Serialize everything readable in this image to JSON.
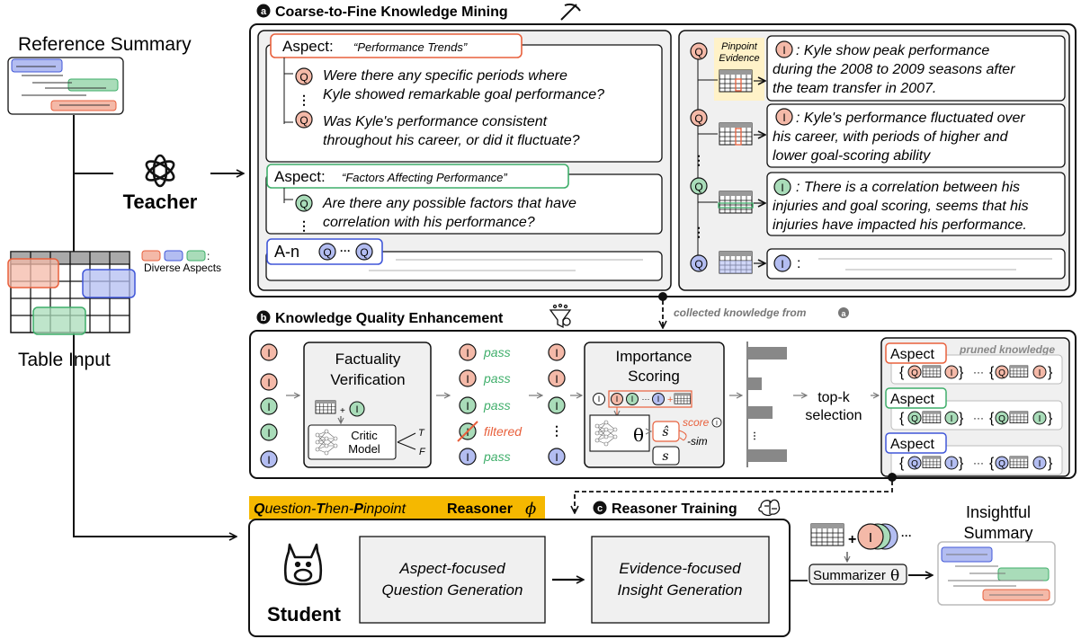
{
  "left": {
    "reference_summary": "Reference Summary",
    "teacher": "Teacher",
    "table_input": "Table Input",
    "diverse_aspects": "Diverse Aspects",
    "colon": ":"
  },
  "section_a": {
    "badge": "a",
    "title": "Coarse-to-Fine Knowledge Mining",
    "aspect_word": "Aspect:",
    "aspect1_name": "“Performance Trends”",
    "aspect1_q1_line1": "Were there any specific periods where",
    "aspect1_q1_line2": "Kyle showed remarkable goal performance?",
    "aspect1_q2_line1": "Was Kyle's performance consistent",
    "aspect1_q2_line2": "throughout his career, or did it fluctuate?",
    "aspect2_name": "“Factors Affecting Performance”",
    "aspect2_q1_line1": "Are there any possible factors that have",
    "aspect2_q1_line2": "correlation with his performance?",
    "aspect_n": "A-n",
    "q_glyph": "Q",
    "i_glyph": "I",
    "pinpoint_line1": "Pinpoint",
    "pinpoint_line2": "Evidence",
    "insight1_l1": ": Kyle show peak performance",
    "insight1_l2": "during the 2008 to 2009 seasons after",
    "insight1_l3": "the team transfer in 2007.",
    "insight2_l1": ": Kyle's performance fluctuated over",
    "insight2_l2": "his career, with periods of higher and",
    "insight2_l3": "lower goal-scoring ability",
    "insight3_l1": ": There is a correlation between his",
    "insight3_l2": "injuries and goal scoring, seems that his",
    "insight3_l3": "injuries have impacted his performance.",
    "insight4": ":",
    "collected": "collected knowledge from"
  },
  "section_b": {
    "badge": "b",
    "title": "Knowledge Quality Enhancement",
    "fact_l1": "Factuality",
    "fact_l2": "Verification",
    "critic_l1": "Critic",
    "critic_l2": "Model",
    "t": "T",
    "f": "F",
    "pass": "pass",
    "filtered": "filtered",
    "imp_l1": "Importance",
    "imp_l2": "Scoring",
    "theta": "θ",
    "s_hat": "ŝ",
    "s": "s",
    "score": "score",
    "neg_sim": "-sim",
    "topk_l1": "top-k",
    "topk_l2": "selection",
    "aspect": "Aspect",
    "pruned": "pruned knowledge"
  },
  "section_c": {
    "badge": "c",
    "title": "Reasoner Training",
    "reasoner_q": "Q",
    "reasoner_rest1": "uestion-",
    "reasoner_t": "T",
    "reasoner_rest2": "hen-",
    "reasoner_p": "P",
    "reasoner_rest3": "inpoint",
    "reasoner_word": "Reasoner",
    "phi": "ϕ",
    "student": "Student",
    "aqg_l1": "Aspect-focused",
    "aqg_l2": "Question Generation",
    "eig_l1": "Evidence-focused",
    "eig_l2": "Insight Generation",
    "summarizer": "Summarizer",
    "insightful_l1": "Insightful",
    "insightful_l2": "Summary"
  },
  "colors": {
    "orange": "#e8603c",
    "orange_fill": "#f4b9a8",
    "green": "#3fae6a",
    "green_fill": "#a9dcb9",
    "blue": "#4057d8",
    "blue_fill": "#b3bdf1",
    "panel_gray": "#f0f0f0",
    "reasoner_bg": "#f5b800"
  }
}
